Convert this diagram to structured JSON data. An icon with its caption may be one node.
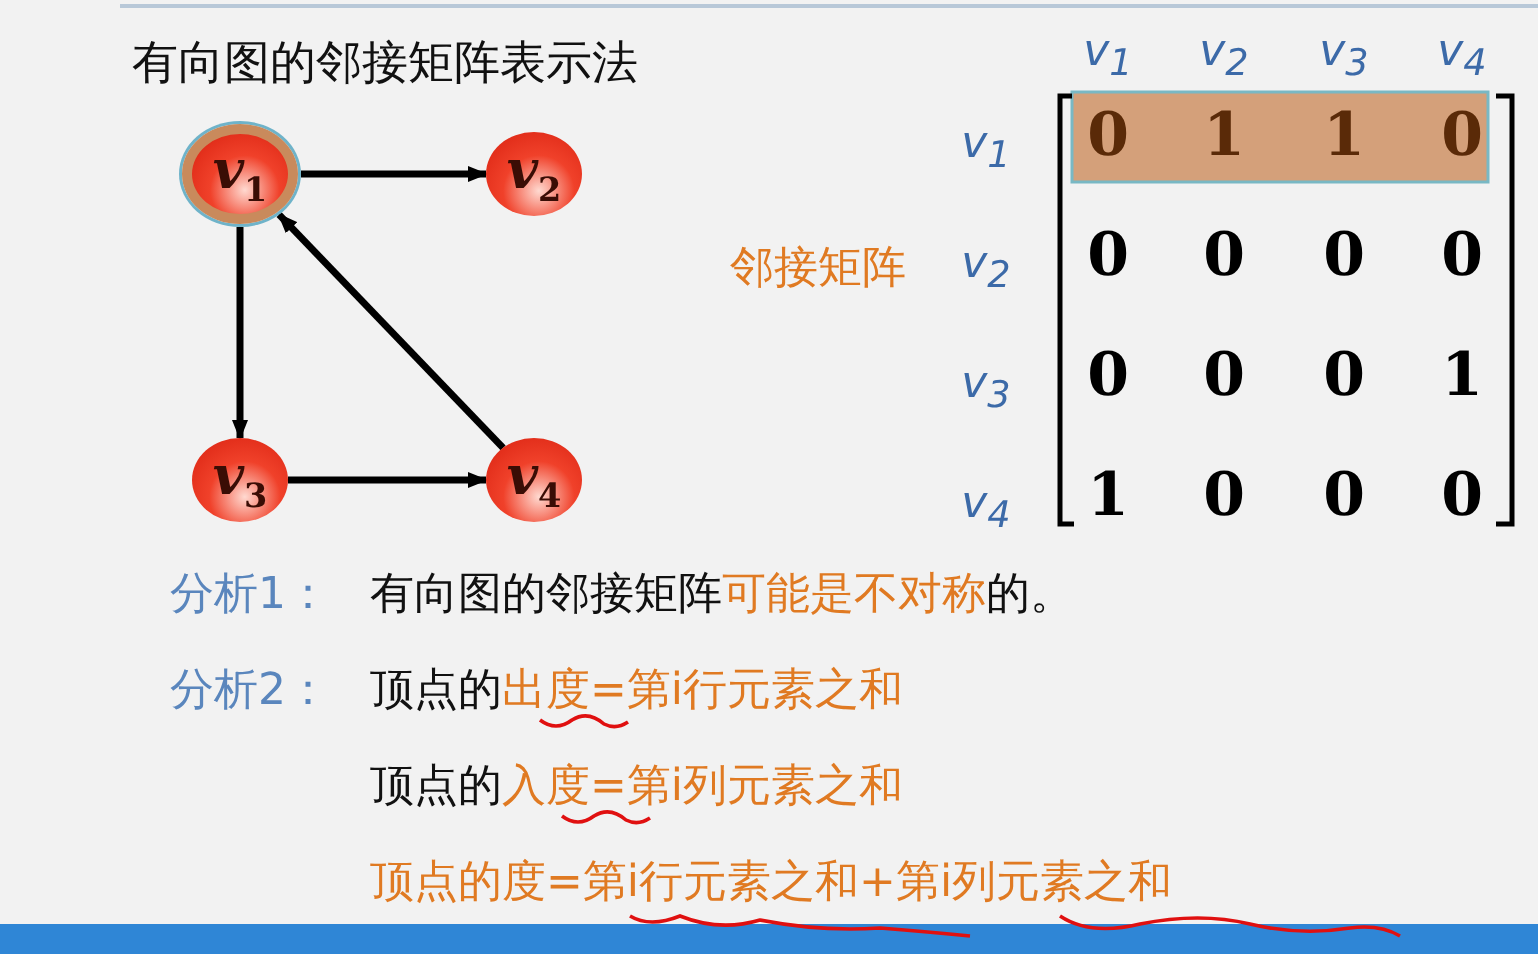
{
  "diagram": {
    "title": "有向图的邻接矩阵表示法",
    "nodes": [
      {
        "text": [
          "v$_{1}$"
        ]
      },
      {
        "text": [
          "v$_{2}$"
        ]
      },
      {
        "text": [
          "v$_{3}$"
        ]
      },
      {
        "text": [
          "v$_{4}$"
        ]
      }
    ],
    "edges": [
      {
        "from": 0,
        "to": 1,
        "arrow": "to"
      },
      {
        "from": 0,
        "to": 2,
        "arrow": "to"
      },
      {
        "from": 2,
        "to": 3,
        "arrow": "to"
      },
      {
        "from": 3,
        "to": 0,
        "arrow": "to"
      }
    ],
    "labels": [
      "v$_{1}$",
      "v$_{2}$",
      "v$_{3}$",
      "v$_{4}$",
      "v$_{1}$",
      "0",
      "1",
      "1",
      "0",
      "邻接矩阵",
      "v$_{2}$",
      "0",
      "0",
      "0",
      "0",
      "v$_{3}$",
      "0",
      "0",
      "0",
      "1",
      "v$_{4}$",
      "1",
      "0",
      "0",
      "0",
      "分析1：",
      "有向图的邻接矩阵",
      "可能是不对称",
      "的。",
      "分析2：",
      "顶点的",
      "出度=第i行元素之和",
      "顶点的",
      "入度=第i列元素之和",
      "顶点的度=第i行元素之和+第i列元素之和"
    ]
  }
}
